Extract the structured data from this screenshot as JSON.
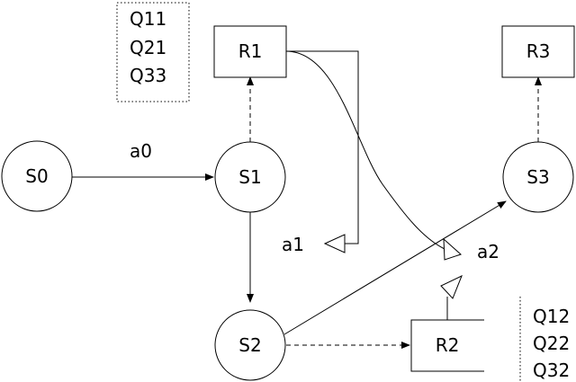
{
  "states": [
    {
      "id": "s0",
      "label": "S0"
    },
    {
      "id": "s1",
      "label": "S1"
    },
    {
      "id": "s2",
      "label": "S2"
    },
    {
      "id": "s3",
      "label": "S3"
    }
  ],
  "results": [
    {
      "id": "r1",
      "label": "R1"
    },
    {
      "id": "r2",
      "label": "R2"
    },
    {
      "id": "r3",
      "label": "R3"
    }
  ],
  "actions": {
    "a0": "a0",
    "a1": "a1",
    "a2": "a2"
  },
  "notes": {
    "left": [
      "Q11",
      "Q21",
      "Q33"
    ],
    "right": [
      "Q12",
      "Q22",
      "Q32"
    ]
  }
}
